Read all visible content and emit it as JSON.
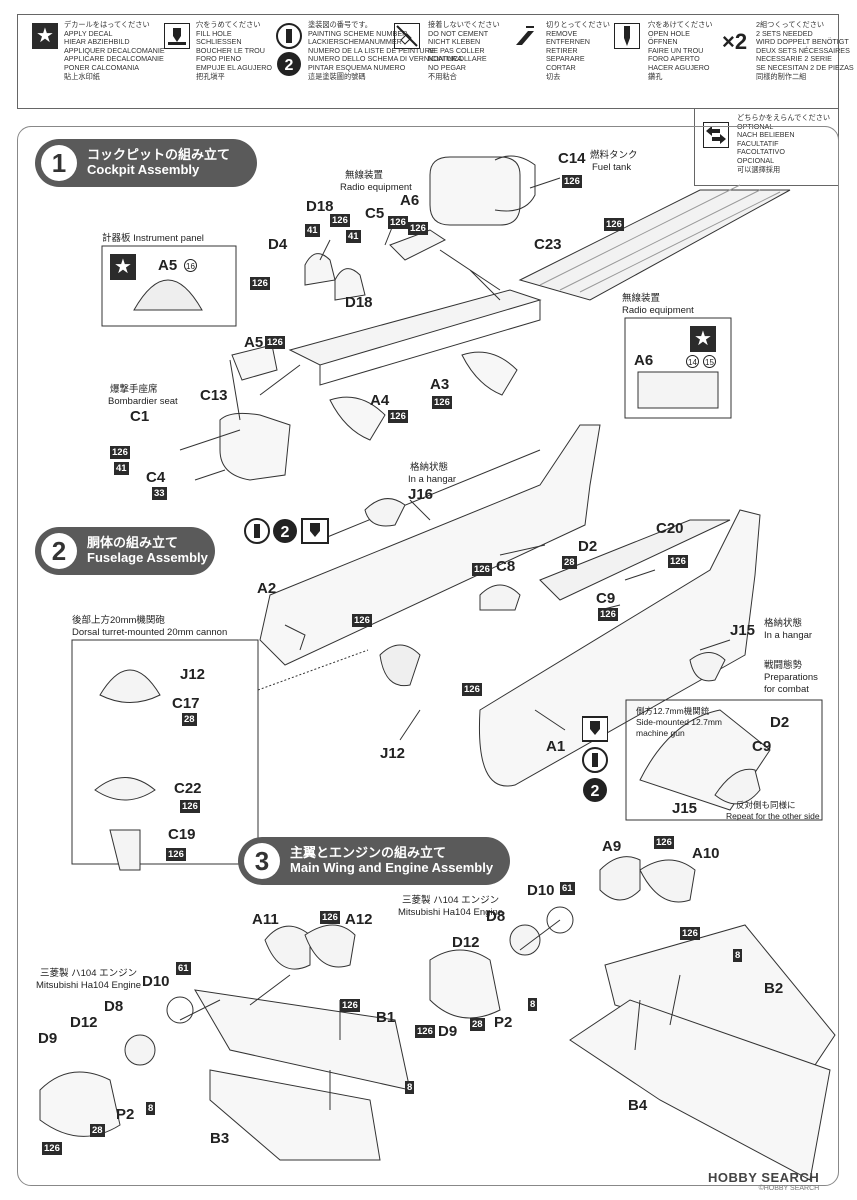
{
  "legend": {
    "decal": [
      "デカールをはってください",
      "APPLY DECAL",
      "HIEAR ABZIEHBILD",
      "APPLIQUER DECALCOMANIE",
      "APPLICARE DECALCOMANIE",
      "PONER CALCOMANIA",
      "貼上水印紙"
    ],
    "fill": [
      "穴をうめてください",
      "FILL HOLE",
      "SCHLIESSEN",
      "BOUCHER LE TROU",
      "FORO PIENO",
      "EMPUJE EL AGUJERO",
      "把孔塡平"
    ],
    "scheme": [
      "塗装図の番号です。",
      "PAINTING SCHEME NUMBER",
      "LACKIERSCHEMANUMMER",
      "NUMERO DE LA LISTE DE PEINTURE",
      "NUMERO DELLO SCHEMA DI VERNICIATURA",
      "PINTAR ESQUEMA NUMERO",
      "這是塗裝圖的號碼"
    ],
    "nocement": [
      "接着しないでください",
      "DO NOT CEMENT",
      "NICHT KLEBEN",
      "NE PAS COLLER",
      "NON INCOLLARE",
      "NO PEGAR",
      "不用粘合"
    ],
    "remove": [
      "切りとってください",
      "REMOVE",
      "ENTFERNEN",
      "RETIRER",
      "SEPARARE",
      "CORTAR",
      "切去"
    ],
    "openhole": [
      "穴をあけてください",
      "OPEN HOLE",
      "ÖFFNEN",
      "FAIRE UN TROU",
      "FORO APERTO",
      "HACER AGUJERO",
      "鑽孔"
    ],
    "twosets": [
      "2組つくってください",
      "2 SETS NEEDED",
      "WIRD DOPPELT BENÖTIGT",
      "DEUX SETS NÉCESSAIRES",
      "NECESSARIE 2 SERIE",
      "SE NECESITAN 2 DE PIEZAS",
      "同樣的制作二組"
    ],
    "optional": [
      "どちらかをえらんでください",
      "OPTIONAL",
      "NACH BELIEBEN",
      "FACULTATIF",
      "FACOLTATIVO",
      "OPCIONAL",
      "可以選擇採用"
    ],
    "x2": "×2"
  },
  "steps": {
    "s1": {
      "num": "1",
      "jp": "コックピットの組み立て",
      "en": "Cockpit Assembly"
    },
    "s2": {
      "num": "2",
      "jp": "胴体の組み立て",
      "en": "Fuselage Assembly"
    },
    "s3": {
      "num": "3",
      "jp": "主翼とエンジンの組み立て",
      "en": "Main Wing and Engine Assembly"
    }
  },
  "colors": {
    "dark": "#2b2b2b",
    "step_bg": "#5a5a5a"
  },
  "parts": {
    "C14": "C14",
    "D18": "D18",
    "C5": "C5",
    "A6": "A6",
    "D4": "D4",
    "C23": "C23",
    "A5": "A5",
    "A5b": "A5",
    "D18b": "D18",
    "A6b": "A6",
    "A3": "A3",
    "A4": "A4",
    "C13": "C13",
    "C1": "C1",
    "C4": "C4",
    "J16": "J16",
    "D2": "D2",
    "C20": "C20",
    "A2": "A2",
    "C8": "C8",
    "C9": "C9",
    "J15": "J15",
    "J12": "J12",
    "C17": "C17",
    "C22": "C22",
    "C19": "C19",
    "J12b": "J12",
    "A1": "A1",
    "D2b": "D2",
    "C9b": "C9",
    "J15b": "J15",
    "A9": "A9",
    "A10": "A10",
    "D10": "D10",
    "D8": "D8",
    "D12": "D12",
    "P2": "P2",
    "D9": "D9",
    "B2": "B2",
    "B4": "B4",
    "A11": "A11",
    "A12": "A12",
    "B1": "B1",
    "D10b": "D10",
    "D8b": "D8",
    "D12b": "D12",
    "D9b": "D9",
    "P2b": "P2",
    "B3": "B3"
  },
  "codes": {
    "c126": "126",
    "c41": "41",
    "c33": "33",
    "c28": "28",
    "c8": "8",
    "c61": "61"
  },
  "labels": {
    "fuel_jp": "燃料タンク",
    "fuel_en": "Fuel tank",
    "radio_jp": "無線装置",
    "radio_en": "Radio equipment",
    "instr": "計器板 Instrument panel",
    "radio2_jp": "無線装置",
    "radio2_en": "Radio equipment",
    "bomb_jp": "爆撃手座席",
    "bomb_en": "Bombardier seat",
    "hangar_jp": "格納状態",
    "hangar_en": "In a hangar",
    "hangar2_jp": "格納状態",
    "hangar2_en": "In a hangar",
    "combat_jp": "戦闘態勢",
    "combat_en1": "Preparations",
    "combat_en2": "for combat",
    "dorsal_jp": "後部上方20mm機関砲",
    "dorsal_en": "Dorsal turret-mounted 20mm cannon",
    "side_jp": "側方12.7mm機関銃",
    "side_en1": "Side-mounted 12.7mm",
    "side_en2": "machine gun",
    "repeat_jp": "反対側も同様に",
    "repeat_en": "Repeat for the other side",
    "eng1_jp": "三菱製 ハ104 エンジン",
    "eng1_en": "Mitsubishi Ha104 Engine",
    "eng2_jp": "三菱製 ハ104 エンジン",
    "eng2_en": "Mitsubishi Ha104 Engine"
  },
  "circled": {
    "c16": "16",
    "c14": "14",
    "c15": "15",
    "c61": "61"
  },
  "watermark": {
    "brand": "HOBBY SEARCH",
    "copy": "©HOBBY SEARCH"
  }
}
